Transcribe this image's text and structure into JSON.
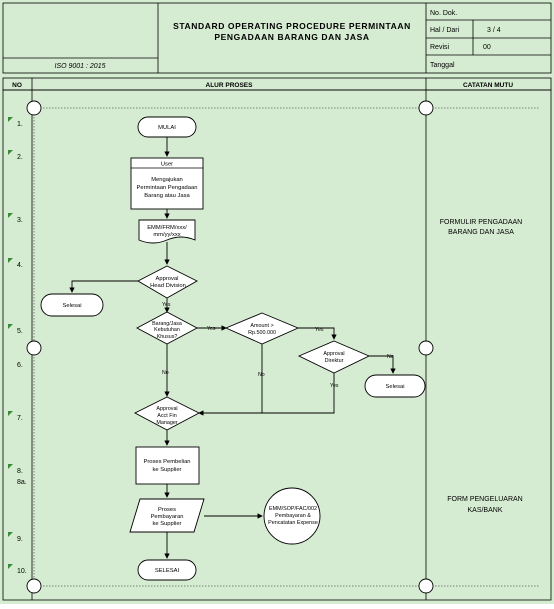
{
  "header": {
    "title_line1": "STANDARD OPERATING PROCEDURE PERMINTAAN",
    "title_line2": "PENGADAAN BARANG DAN JASA",
    "iso": "ISO 9001 : 2015",
    "meta": [
      {
        "label": "No. Dok.",
        "value": ""
      },
      {
        "label": "Hal / Dari",
        "value": "3 / 4"
      },
      {
        "label": "Revisi",
        "value": "00"
      },
      {
        "label": "Tanggal",
        "value": ""
      }
    ]
  },
  "columns": {
    "no": "NO",
    "process": "ALUR PROSES",
    "notes": "CATATAN MUTU"
  },
  "row_numbers": [
    "1.",
    "2.",
    "3.",
    "4.",
    "5.",
    "6.",
    "7.",
    "8.",
    "8a.",
    "9.",
    "10."
  ],
  "shapes": {
    "start": "MULAI",
    "user_header": "User",
    "user_body": [
      "Mengajukan",
      "Permintaan Pengadaan",
      "Barang atau Jasa"
    ],
    "document": [
      "EMM/FRM/xxx/",
      "mm/yy/xxx"
    ],
    "approval_head": [
      "Approval",
      "Head Division"
    ],
    "selesai_left": "Selesai",
    "kebutuhan": [
      "Barang/Jasa",
      "Kebutuhan",
      "Khusus?"
    ],
    "amount": [
      "Amount >",
      "Rp.500.000"
    ],
    "approval_direktur": [
      "Approval",
      "Direktur"
    ],
    "selesai_right": "Selesai",
    "approval_acct": [
      "Approval",
      "Acct Fin",
      "Manager"
    ],
    "pembelian": [
      "Proses Pembelian",
      "ke Supplier"
    ],
    "pembayaran": [
      "Proses",
      "Pembayaran",
      "ke Supplier"
    ],
    "circle_doc": [
      "EMM/SOP/FAC/002",
      "Pembayaran &",
      "Pencatatan Expense"
    ],
    "end": "SELESAI"
  },
  "edge_labels": {
    "yes_head": "Yes",
    "yes_kebutuhan": "Yes",
    "yes_amount": "Yes",
    "no_direktur": "No",
    "no_kebutuhan": "No",
    "no_amount": "No",
    "yes_direktur": "Yes"
  },
  "notes": {
    "formulir": [
      "FORMULIR PENGADAAN",
      "BARANG DAN JASA"
    ],
    "form_pengeluaran": [
      "FORM PENGELUARAN",
      "KAS/BANK"
    ]
  },
  "colors": {
    "background": "#d6ecd2",
    "border": "#000000",
    "triangle": "#3a8a3a"
  }
}
